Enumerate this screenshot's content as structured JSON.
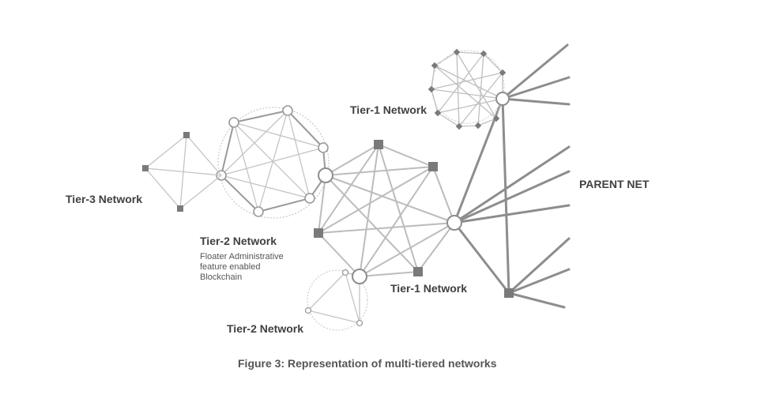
{
  "labels": {
    "tier1_top": "Tier-1 Network",
    "tier1_bottom": "Tier-1 Network",
    "tier2_main": "Tier-2 Network",
    "tier2_note_1": "Floater Administrative",
    "tier2_note_2": "feature enabled",
    "tier2_note_3": "Blockchain",
    "tier2_small": "Tier-2 Network",
    "tier3": "Tier-3 Network",
    "parent": "PARENT NET"
  },
  "caption": "Figure 3: Representation of multi-tiered networks",
  "colors": {
    "parent_edge": "#8a8a8a",
    "main_edge": "#bdbdbd",
    "node_fill": "#7a7a7a",
    "node_stroke": "#9a9a9a",
    "text": "#3d3d3d"
  }
}
